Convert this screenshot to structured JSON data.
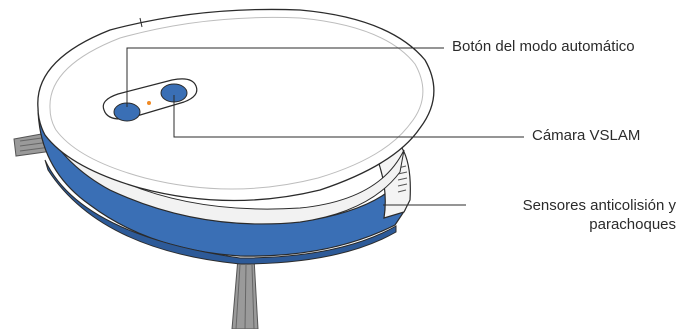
{
  "colors": {
    "body_blue": "#3a6fb5",
    "body_blue_dark": "#2d5a98",
    "top_white": "#ffffff",
    "outline": "#2b2b2b",
    "brush_gray": "#8a8a8a",
    "indicator_orange": "#f08a24"
  },
  "callouts": [
    {
      "id": "auto-mode-button",
      "text": "Botón del modo automático"
    },
    {
      "id": "vslam-camera",
      "text": "Cámara VSLAM"
    },
    {
      "id": "bumper-sensors",
      "lines": [
        "Sensores anticolisión y",
        "parachoques"
      ]
    }
  ]
}
